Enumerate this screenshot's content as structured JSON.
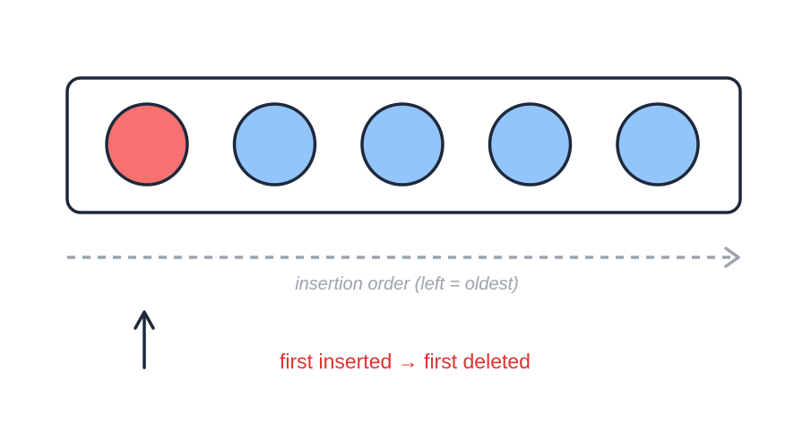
{
  "colors": {
    "stroke": "#1e293b",
    "oldest_fill": "#f87171",
    "item_fill": "#93c5fd",
    "axis": "#9ca3af",
    "axis_label": "#9ca3af",
    "note": "#e03131"
  },
  "queue": {
    "items": [
      {
        "role": "oldest"
      },
      {
        "role": "item"
      },
      {
        "role": "item"
      },
      {
        "role": "item"
      },
      {
        "role": "item"
      }
    ]
  },
  "axis": {
    "label": "insertion order (left = oldest)"
  },
  "note": {
    "label": "first inserted → first deleted"
  }
}
